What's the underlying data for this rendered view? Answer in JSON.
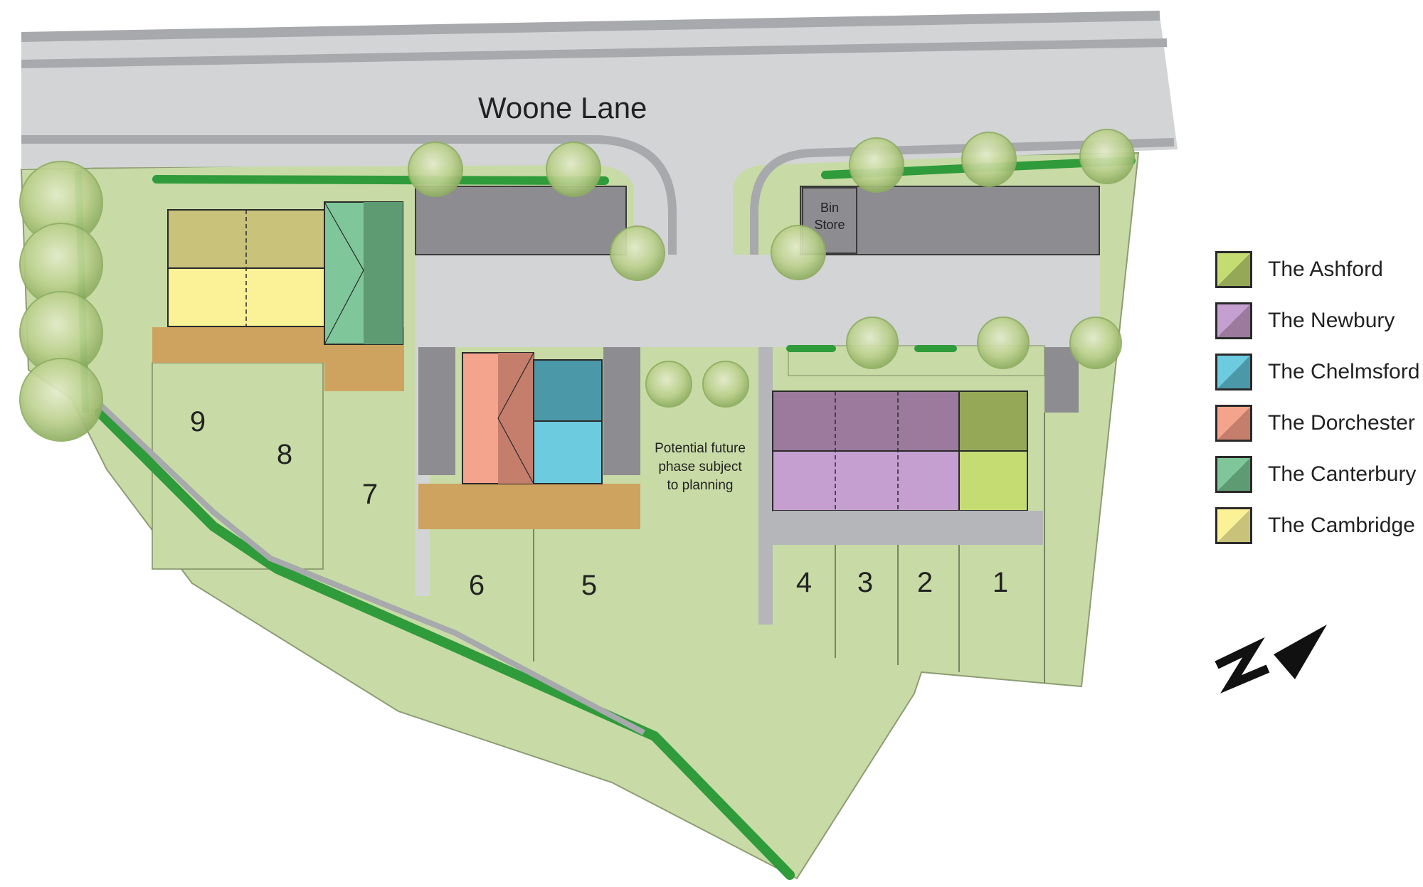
{
  "map": {
    "road_name": "Woone Lane",
    "bin_store_line1": "Bin",
    "bin_store_line2": "Store",
    "future_phase_note": [
      "Potential future",
      "phase subject",
      "to planning"
    ],
    "plots": [
      {
        "number": "1"
      },
      {
        "number": "2"
      },
      {
        "number": "3"
      },
      {
        "number": "4"
      },
      {
        "number": "5"
      },
      {
        "number": "6"
      },
      {
        "number": "7"
      },
      {
        "number": "8"
      },
      {
        "number": "9"
      }
    ],
    "north_icon": "north-arrow-icon"
  },
  "legend": {
    "items": [
      {
        "label": "The Ashford",
        "color_light": "#c5dc73",
        "color_dark": "#94a857"
      },
      {
        "label": "The Newbury",
        "color_light": "#c49fd0",
        "color_dark": "#9b7a9e"
      },
      {
        "label": "The Chelmsford",
        "color_light": "#6ccbde",
        "color_dark": "#4a98a8"
      },
      {
        "label": "The Dorchester",
        "color_light": "#f4a48c",
        "color_dark": "#c47e6b"
      },
      {
        "label": "The Canterbury",
        "color_light": "#7fc79a",
        "color_dark": "#5e9a72"
      },
      {
        "label": "The Cambridge",
        "color_light": "#fbf197",
        "color_dark": "#c8c27a"
      }
    ]
  },
  "colors": {
    "grass": "#c8dba6",
    "road": "#d3d4d6",
    "road_edge": "#a7a9ac",
    "parking": "#8d8c91",
    "patio": "#cda35f",
    "hedge": "#2f9b3a",
    "tree": "#b9d089"
  }
}
